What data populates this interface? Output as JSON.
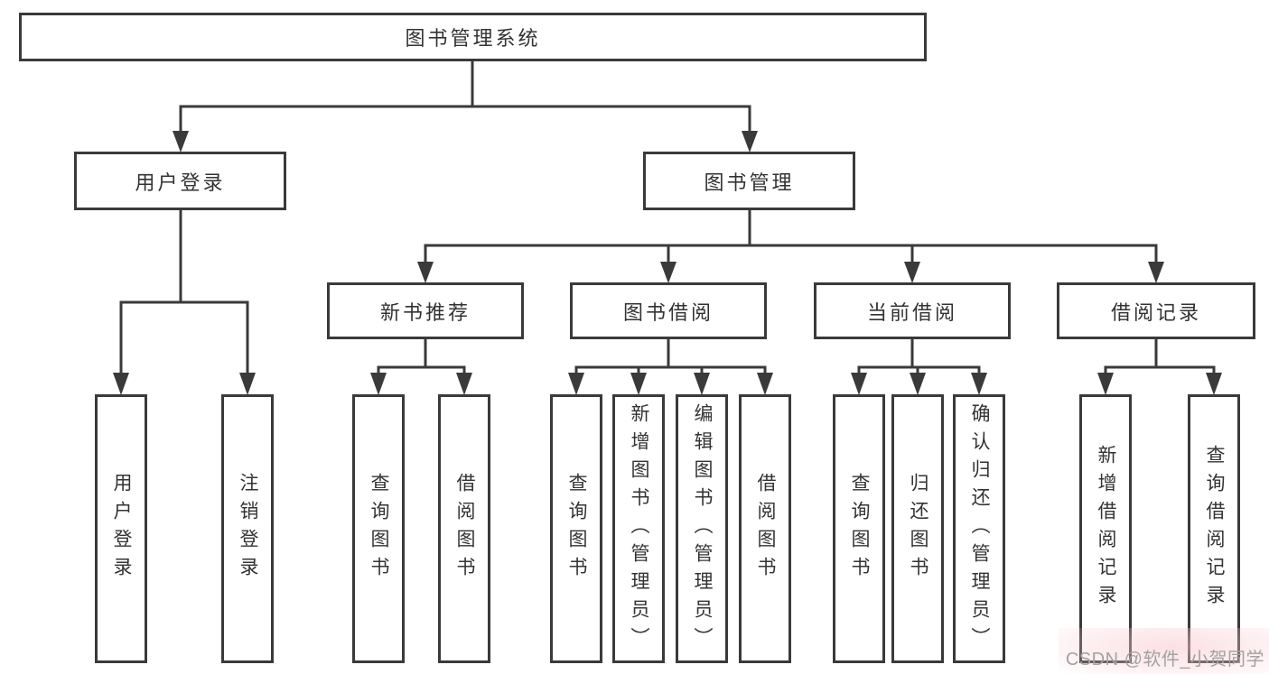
{
  "page": {
    "background": "#ffffff"
  },
  "colors": {
    "line": "#3a3a3a",
    "box_border": "#3a3a3a",
    "text": "#333333",
    "watermark_text": "#a2a2a2",
    "watermark_halo": "#f8c7ce"
  },
  "nodes": {
    "root": {
      "label": "图书管理系统"
    },
    "user_login": {
      "label": "用户登录"
    },
    "book_mgmt": {
      "label": "图书管理"
    },
    "new_book_rec": {
      "label": "新书推荐"
    },
    "book_borrow": {
      "label": "图书借阅"
    },
    "current_borrow": {
      "label": "当前借阅"
    },
    "borrow_records": {
      "label": "借阅记录"
    },
    "leaf_user_login": {
      "label": "用户登录"
    },
    "leaf_logout": {
      "label": "注销登录"
    },
    "rec_query_books": {
      "label": "查询图书"
    },
    "rec_borrow_books": {
      "label": "借阅图书"
    },
    "bb_query_books": {
      "label": "查询图书"
    },
    "bb_add_books": {
      "label": "新增图书（管理员）"
    },
    "bb_edit_books": {
      "label": "编辑图书（管理员）"
    },
    "bb_borrow_books": {
      "label": "借阅图书"
    },
    "cb_query_books": {
      "label": "查询图书"
    },
    "cb_return_books": {
      "label": "归还图书"
    },
    "cb_confirm_return": {
      "label": "确认归还（管理员）"
    },
    "br_add_record": {
      "label": "新增借阅记录"
    },
    "br_query_record": {
      "label": "查询借阅记录"
    }
  },
  "watermark": {
    "text": "CSDN @软件_小贺同学"
  }
}
